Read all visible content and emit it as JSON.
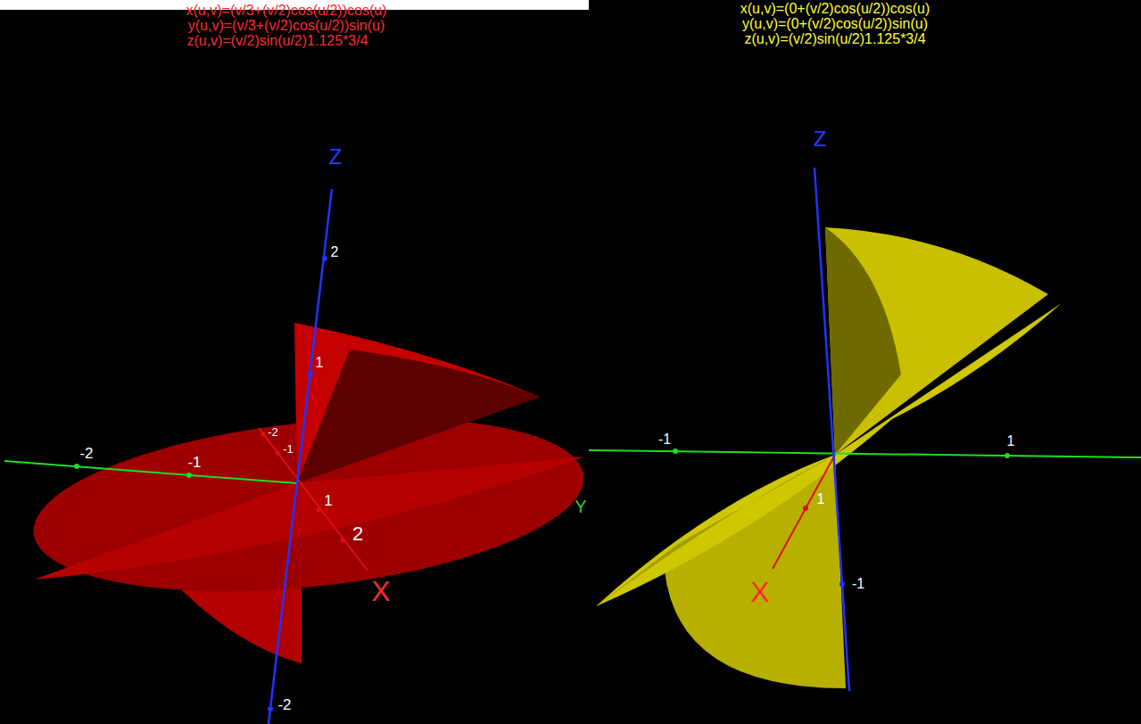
{
  "diagram": {
    "labels": [
      "x(u,v)=(v/3+(v/2)cos(u/2))cos(u)",
      "y(u,v)=(v/3+(v/2)cos(u/2))sin(u)",
      "z(u,v)=(v/2)sin(u/2)1.125*3/4",
      "x(u,v)=(0+(v/2)cos(u/2))cos(u)",
      "y(u,v)=(0+(v/2)cos(u/2))sin(u)",
      "z(u,v)=(v/2)sin(u/2)1.125*3/4",
      "Z",
      "2",
      "1",
      "-2",
      "-1",
      "-2",
      "-1",
      "1",
      "2",
      "X",
      "Y",
      "-2",
      "Z",
      "-1",
      "1",
      "1",
      "X",
      "-1"
    ]
  }
}
